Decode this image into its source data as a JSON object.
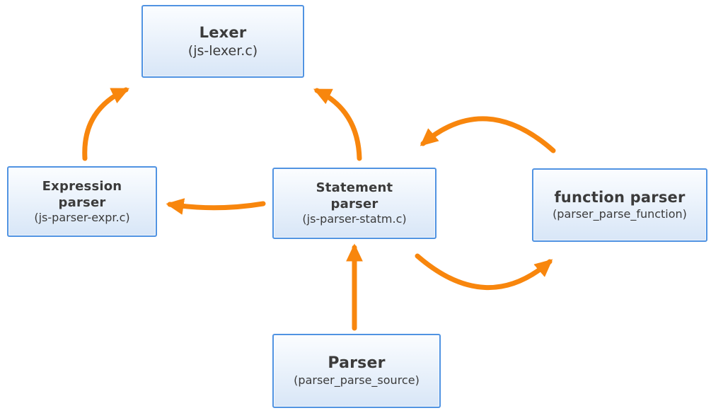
{
  "colors": {
    "accent": "#F8860D",
    "box_border": "#5093E2",
    "box_fill_top": "#FBFDFF",
    "box_fill_bottom": "#D8E6F7",
    "text": "#3B3B3B",
    "background": "#FFFFFF"
  },
  "nodes": {
    "lexer": {
      "title": "Lexer",
      "subtitle": "(js-lexer.c)"
    },
    "expression_parser": {
      "title": "Expression\nparser",
      "subtitle": "(js-parser-expr.c)"
    },
    "statement_parser": {
      "title": "Statement\nparser",
      "subtitle": "(js-parser-statm.c)"
    },
    "function_parser": {
      "title": "function parser",
      "subtitle": "(parser_parse_function)"
    },
    "parser": {
      "title": "Parser",
      "subtitle": "(parser_parse_source)"
    }
  },
  "edges": [
    {
      "from": "Expression parser",
      "to": "Lexer"
    },
    {
      "from": "Statement parser",
      "to": "Lexer"
    },
    {
      "from": "Statement parser",
      "to": "Expression parser"
    },
    {
      "from": "function parser",
      "to": "Statement parser"
    },
    {
      "from": "Statement parser",
      "to": "function parser"
    },
    {
      "from": "Parser",
      "to": "Statement parser"
    }
  ]
}
